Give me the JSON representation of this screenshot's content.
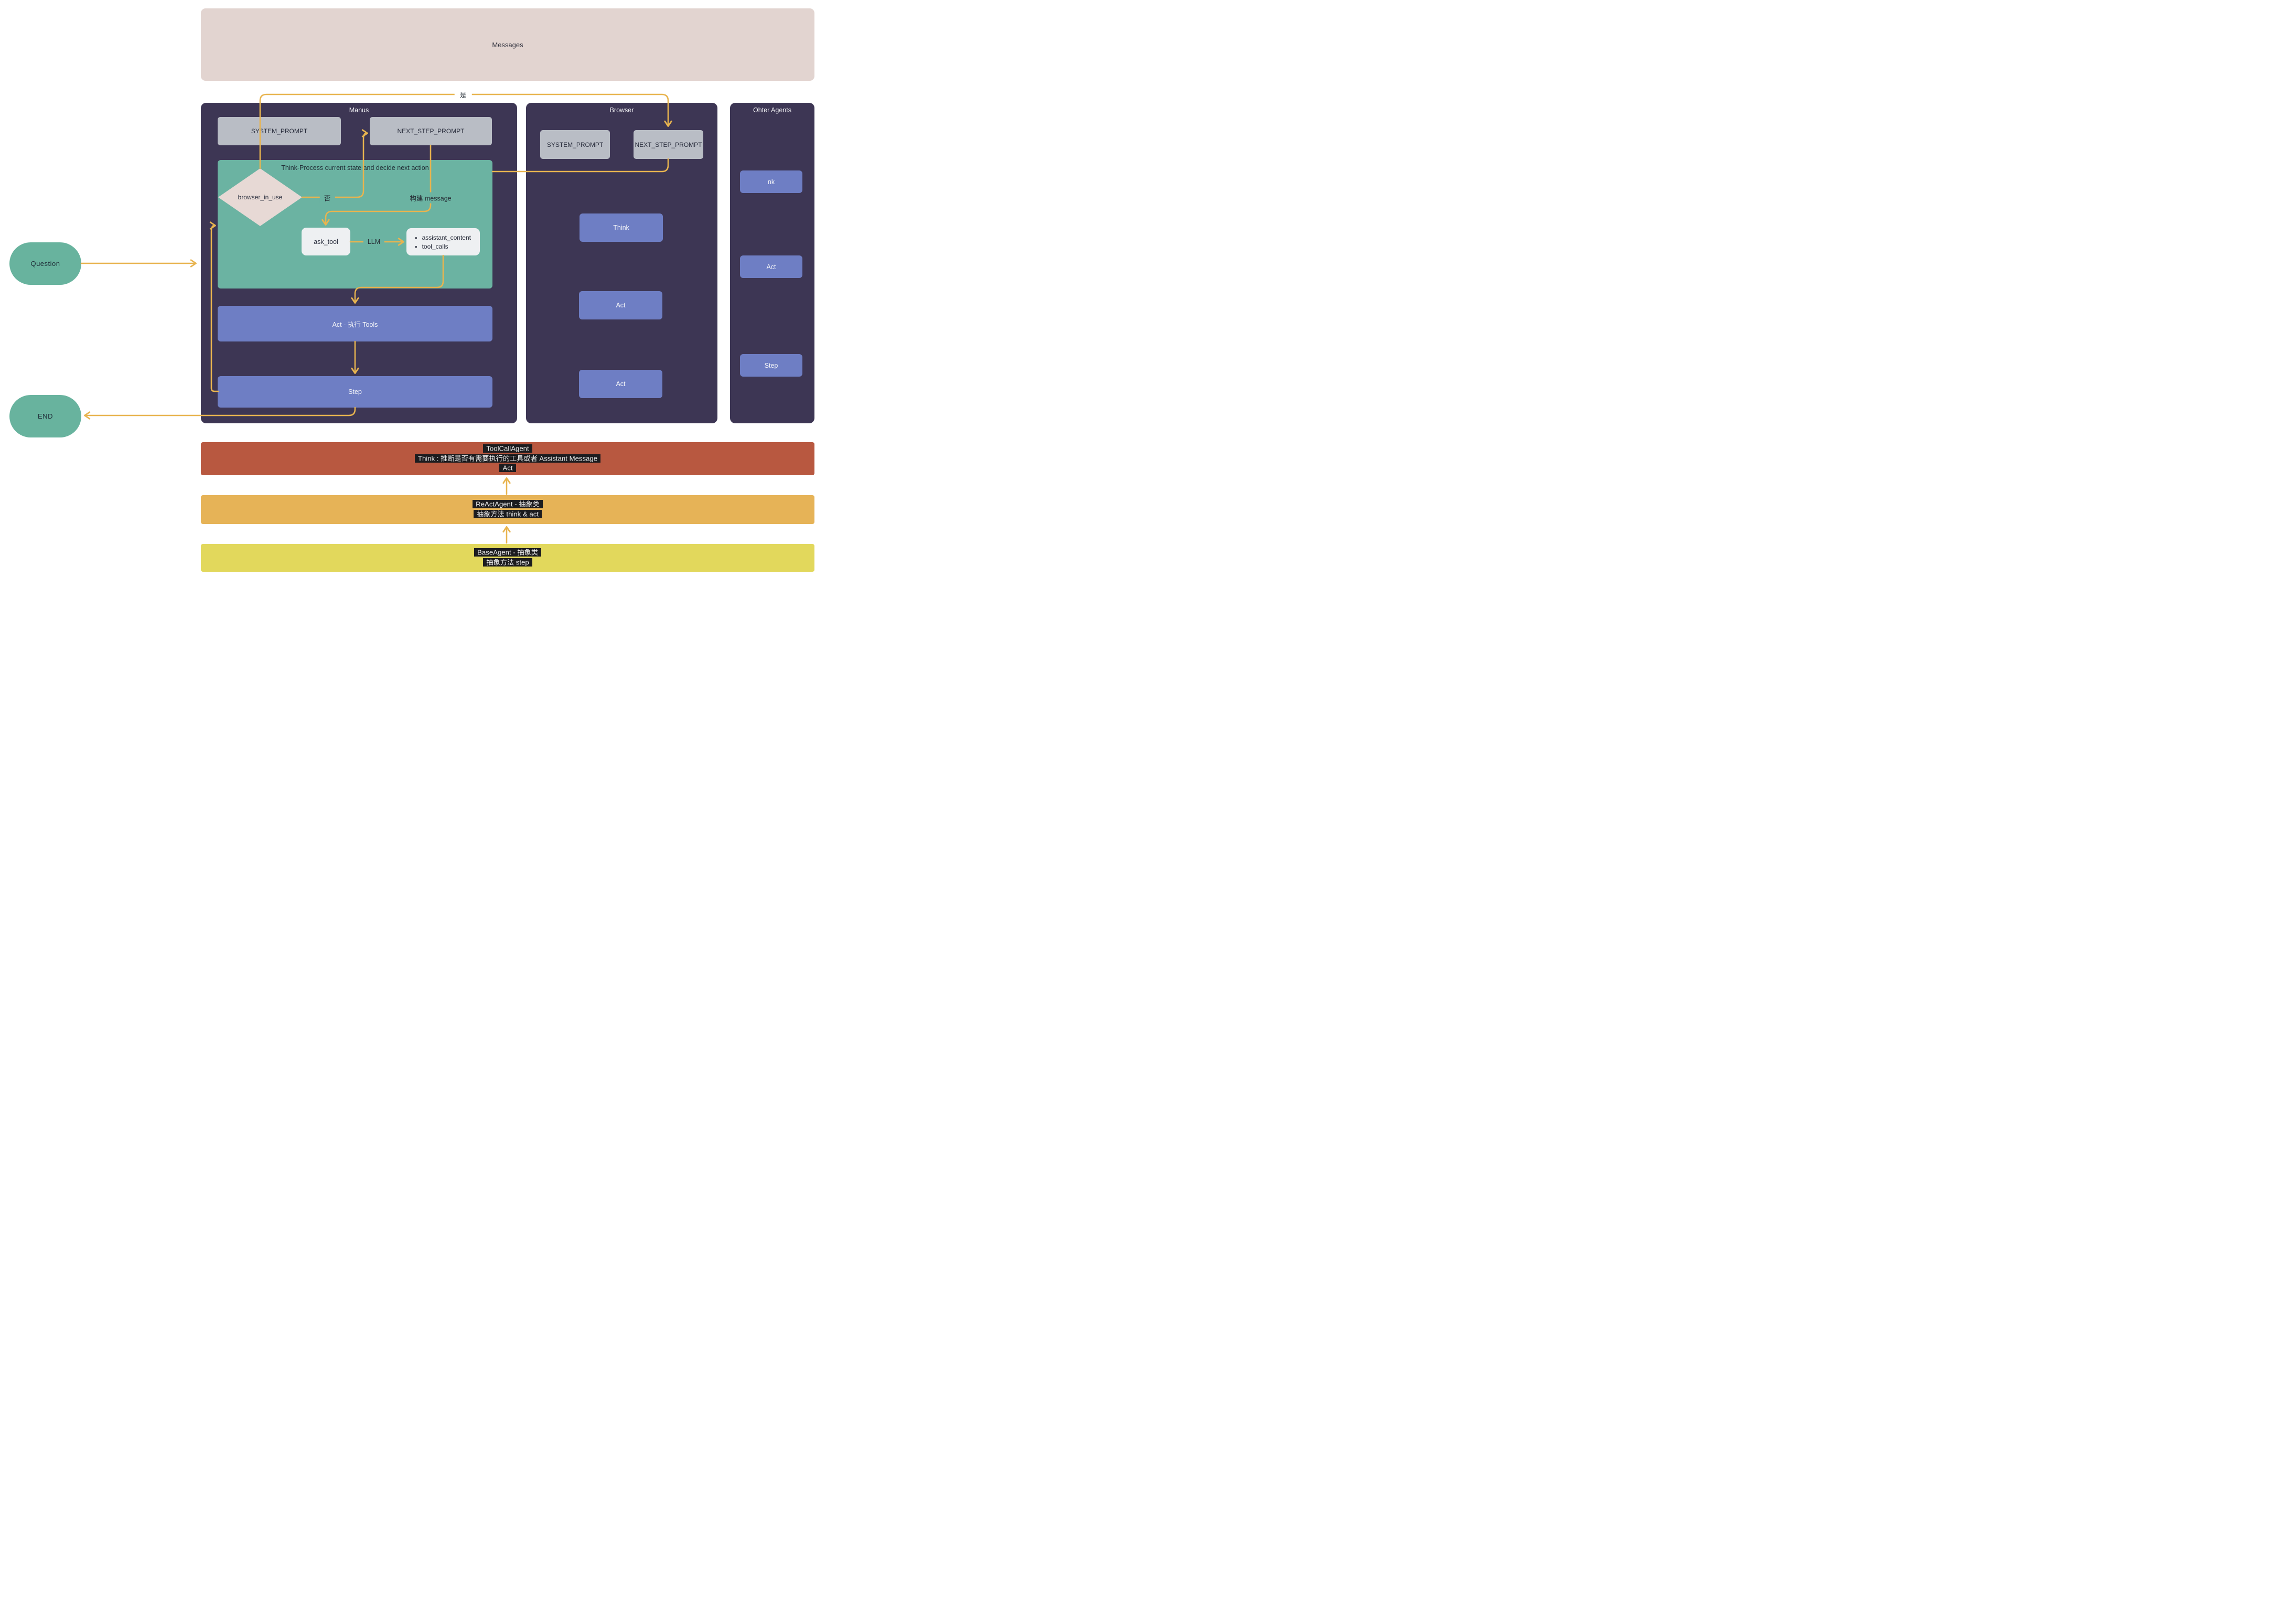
{
  "palette": {
    "container_bg": "#3d3654",
    "green_node": "#6bb3a2",
    "blue_node": "#6e7ec4",
    "gray_node": "#b9bdc5",
    "pink_node": "#e2d4d0",
    "diamond_node": "#e7d9d5",
    "white_node": "#eef0f2",
    "terminal_green": "#68b39e",
    "toolcall_bar": "#b85840",
    "react_bar": "#e6b357",
    "base_bar": "#e2d85c",
    "arrow": "#e8b44f",
    "text_highlight_bg": "#1c1c1f"
  },
  "messages_box": {
    "label": "Messages"
  },
  "manus": {
    "title": "Manus",
    "system_prompt": "SYSTEM_PROMPT",
    "next_step_prompt": "NEXT_STEP_PROMPT",
    "think_box_title": "Think-Process current state and decide next action",
    "diamond_label": "browser_in_use",
    "ask_tool_label": "ask_tool",
    "bullets": [
      "assistant_content",
      "tool_calls"
    ],
    "bullet_glyph": "•",
    "act_label": "Act - 执行 Tools",
    "step_label": "Step"
  },
  "browser": {
    "title": "Browser",
    "system_prompt": "SYSTEM_PROMPT",
    "next_step_prompt": "NEXT_STEP_PROMPT",
    "boxes": [
      "Think",
      "Act",
      "Act"
    ]
  },
  "other_agents": {
    "title": "Ohter Agents",
    "boxes": [
      "nk",
      "Act",
      "Step"
    ]
  },
  "terminals": {
    "start": "Question",
    "end": "END"
  },
  "edge_labels": {
    "yes": "是",
    "no": "否",
    "build_message": "构建 message",
    "llm": "LLM"
  },
  "layers": [
    {
      "name": "ToolCallAgent layer",
      "lines": [
        "ToolCallAgent",
        "Think : 推断是否有需要执行的工具或者 Assistant Message",
        "Act"
      ]
    },
    {
      "name": "ReActAgent layer",
      "lines": [
        "ReActAgent - 抽象类",
        "抽象方法  think & act"
      ]
    },
    {
      "name": "BaseAgent layer",
      "lines": [
        "BaseAgent - 抽象类",
        "抽象方法 step"
      ]
    }
  ]
}
